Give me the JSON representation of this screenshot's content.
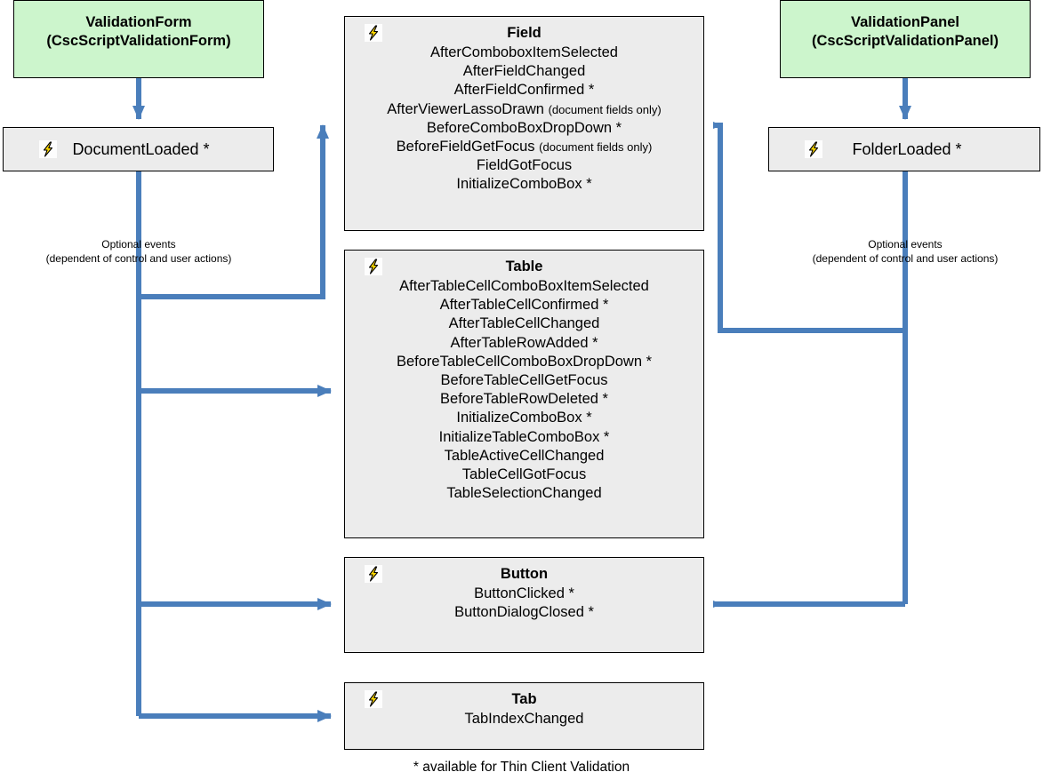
{
  "colors": {
    "accent": "#4a7ebb",
    "node_fill": "#ececec",
    "green_fill": "#ccf5cc",
    "border": "#000000",
    "bolt_yellow": "#ffd900"
  },
  "sources": [
    {
      "id": "validation-form",
      "title_line1": "ValidationForm",
      "title_line2": "(CscScriptValidationForm)",
      "event_box_label": "DocumentLoaded *",
      "event_box_icon": "lightning-bolt-icon",
      "edge_label_line1": "Optional events",
      "edge_label_line2": "(dependent of control and user actions)"
    },
    {
      "id": "validation-panel",
      "title_line1": "ValidationPanel",
      "title_line2": "(CscScriptValidationPanel)",
      "event_box_label": "FolderLoaded *",
      "event_box_icon": "lightning-bolt-icon",
      "edge_label_line1": "Optional events",
      "edge_label_line2": "(dependent of control and user actions)"
    }
  ],
  "groups": [
    {
      "id": "field",
      "title": "Field",
      "icon": "lightning-bolt-icon",
      "events": [
        {
          "name": "AfterComboboxItemSelected",
          "note": ""
        },
        {
          "name": "AfterFieldChanged",
          "note": ""
        },
        {
          "name": "AfterFieldConfirmed *",
          "note": ""
        },
        {
          "name": "AfterViewerLassoDrawn",
          "note": "(document fields only)"
        },
        {
          "name": "BeforeComboBoxDropDown *",
          "note": ""
        },
        {
          "name": "BeforeFieldGetFocus",
          "note": "(document fields only)"
        },
        {
          "name": "FieldGotFocus",
          "note": ""
        },
        {
          "name": "InitializeComboBox *",
          "note": ""
        }
      ]
    },
    {
      "id": "table",
      "title": "Table",
      "icon": "lightning-bolt-icon",
      "events": [
        {
          "name": "AfterTableCellComboBoxItemSelected",
          "note": ""
        },
        {
          "name": "AfterTableCellConfirmed *",
          "note": ""
        },
        {
          "name": "AfterTableCellChanged",
          "note": ""
        },
        {
          "name": "AfterTableRowAdded *",
          "note": ""
        },
        {
          "name": "BeforeTableCellComboBoxDropDown *",
          "note": ""
        },
        {
          "name": "BeforeTableCellGetFocus",
          "note": ""
        },
        {
          "name": "BeforeTableRowDeleted *",
          "note": ""
        },
        {
          "name": "InitializeComboBox *",
          "note": ""
        },
        {
          "name": "InitializeTableComboBox *",
          "note": ""
        },
        {
          "name": "TableActiveCellChanged",
          "note": ""
        },
        {
          "name": "TableCellGotFocus",
          "note": ""
        },
        {
          "name": "TableSelectionChanged",
          "note": ""
        }
      ]
    },
    {
      "id": "button",
      "title": "Button",
      "icon": "lightning-bolt-icon",
      "events": [
        {
          "name": "ButtonClicked *",
          "note": ""
        },
        {
          "name": "ButtonDialogClosed *",
          "note": ""
        }
      ]
    },
    {
      "id": "tab",
      "title": "Tab",
      "icon": "lightning-bolt-icon",
      "events": [
        {
          "name": "TabIndexChanged",
          "note": ""
        }
      ]
    }
  ],
  "footnote": "* available for Thin Client Validation"
}
